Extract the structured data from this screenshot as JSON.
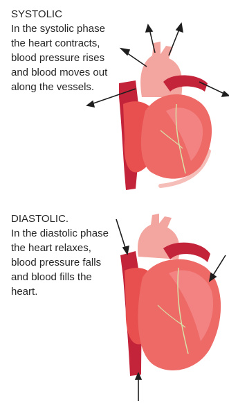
{
  "systolic": {
    "title": "SYSTOLIC",
    "description": "In the systolic phase the heart contracts, blood pressure rises and blood moves out along the vessels."
  },
  "diastolic": {
    "title": "DIASTOLIC.",
    "description": "In the diastolic phase the heart relaxes, blood pressure falls and blood fills the heart."
  },
  "colors": {
    "heart_light": "#f48a8a",
    "heart_mid": "#e8504f",
    "heart_dark": "#c3243a",
    "vessel_pink": "#f3a6a0",
    "arrow": "#1e1e1e",
    "glow": "#f4b3ab"
  }
}
